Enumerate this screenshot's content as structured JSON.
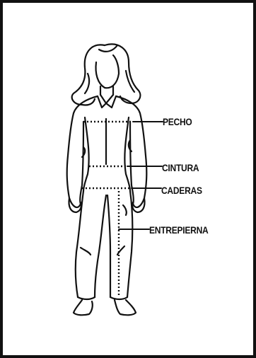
{
  "diagram": {
    "labels": {
      "chest": "PECHO",
      "waist": "CINTURA",
      "hips": "CADERAS",
      "inseam": "ENTREPIERNA"
    },
    "colors": {
      "ink": "#111111",
      "background": "#ffffff"
    }
  }
}
